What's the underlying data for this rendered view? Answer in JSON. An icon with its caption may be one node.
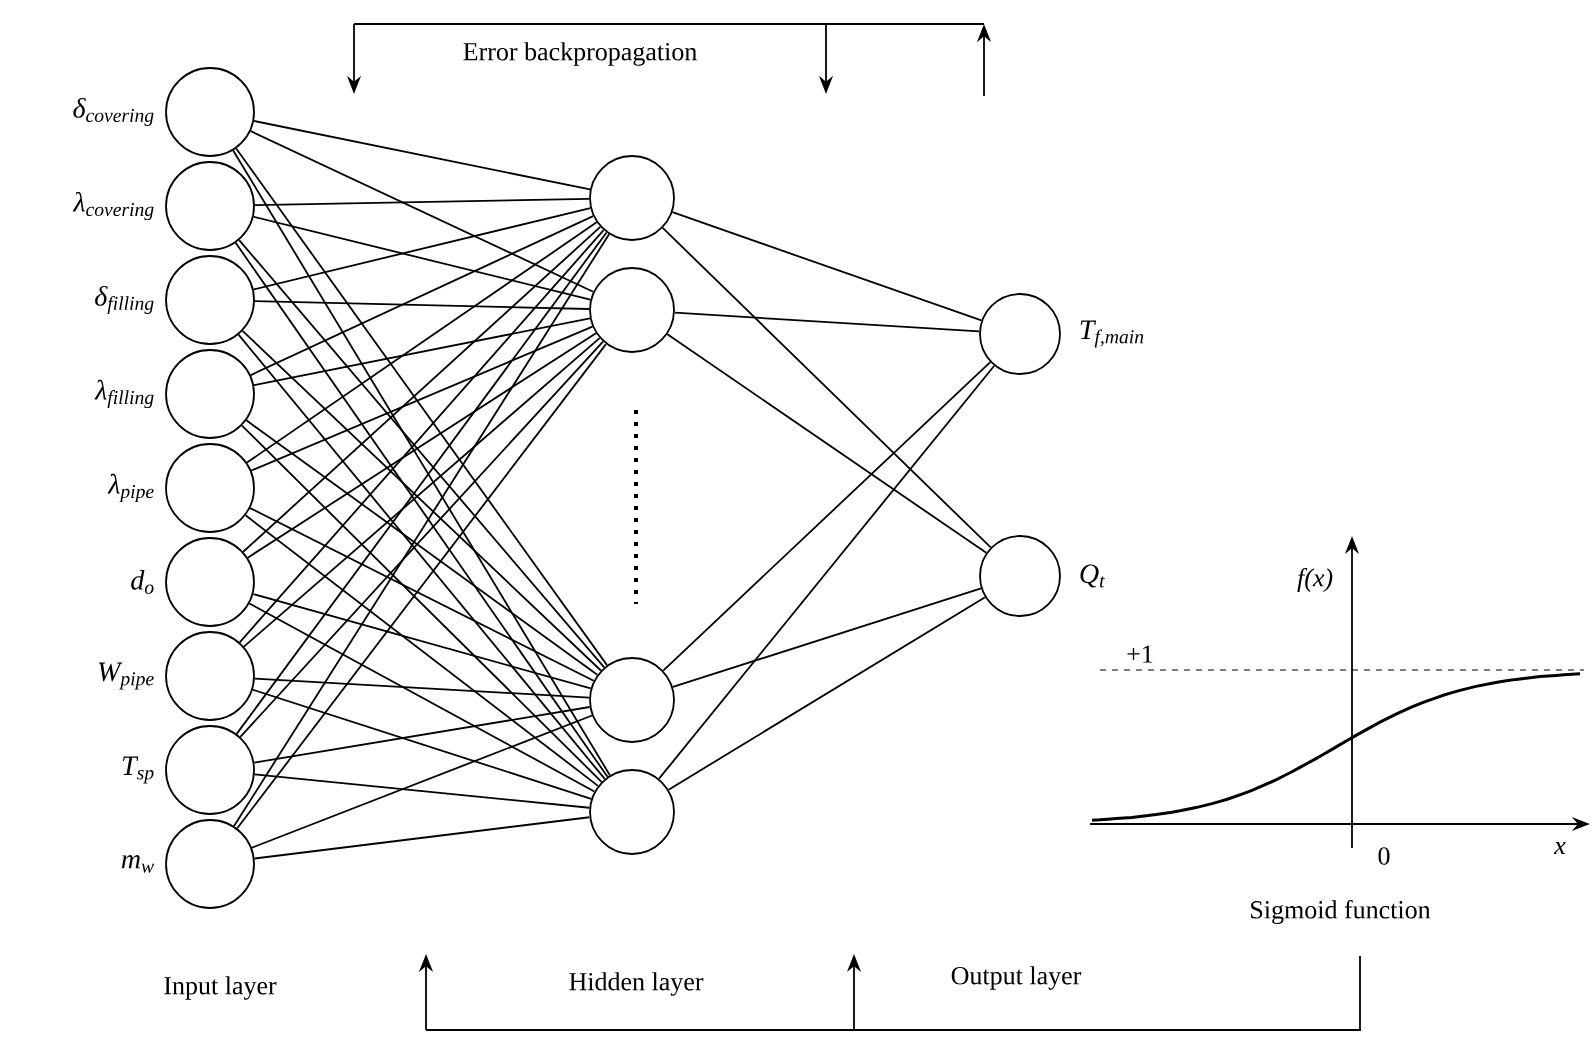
{
  "diagram": {
    "nodes": [
      {
        "text": [],
        "shape": "circle",
        "beside": [
          "δ$_{covering}$"
        ]
      },
      {
        "text": [],
        "shape": "circle",
        "beside": [
          "λ$_{covering}$"
        ]
      },
      {
        "text": [],
        "shape": "circle",
        "beside": [
          "δ$_{filling}$"
        ]
      },
      {
        "text": [],
        "shape": "circle",
        "beside": [
          "λ$_{filling}$"
        ]
      },
      {
        "text": [],
        "shape": "circle",
        "beside": [
          "λ$_{pipe}$"
        ]
      },
      {
        "text": [],
        "shape": "circle",
        "beside": [
          "d$_{o}$"
        ]
      },
      {
        "text": [],
        "shape": "circle",
        "beside": [
          "W$_{pipe}$"
        ]
      },
      {
        "text": [],
        "shape": "circle",
        "beside": [
          "T$_{sp}$"
        ]
      },
      {
        "text": [],
        "shape": "circle",
        "beside": [
          "m$_{w}$"
        ]
      },
      {
        "text": [],
        "shape": "circle"
      },
      {
        "text": [],
        "shape": "circle"
      },
      {
        "text": [],
        "shape": "circle"
      },
      {
        "text": [],
        "shape": "circle"
      },
      {
        "text": [],
        "shape": "circle",
        "beside": [
          "T$_{f,main}$"
        ]
      },
      {
        "text": [],
        "shape": "circle",
        "beside": [
          "Q$_{t}$"
        ]
      }
    ],
    "edges": [
      {
        "from": 0,
        "to": 9,
        "arrow": "none"
      },
      {
        "from": 0,
        "to": 10,
        "arrow": "none"
      },
      {
        "from": 0,
        "to": 11,
        "arrow": "none"
      },
      {
        "from": 0,
        "to": 12,
        "arrow": "none"
      },
      {
        "from": 1,
        "to": 9,
        "arrow": "none"
      },
      {
        "from": 1,
        "to": 10,
        "arrow": "none"
      },
      {
        "from": 1,
        "to": 11,
        "arrow": "none"
      },
      {
        "from": 1,
        "to": 12,
        "arrow": "none"
      },
      {
        "from": 2,
        "to": 9,
        "arrow": "none"
      },
      {
        "from": 2,
        "to": 10,
        "arrow": "none"
      },
      {
        "from": 2,
        "to": 11,
        "arrow": "none"
      },
      {
        "from": 2,
        "to": 12,
        "arrow": "none"
      },
      {
        "from": 3,
        "to": 9,
        "arrow": "none"
      },
      {
        "from": 3,
        "to": 10,
        "arrow": "none"
      },
      {
        "from": 3,
        "to": 11,
        "arrow": "none"
      },
      {
        "from": 3,
        "to": 12,
        "arrow": "none"
      },
      {
        "from": 4,
        "to": 9,
        "arrow": "none"
      },
      {
        "from": 4,
        "to": 10,
        "arrow": "none"
      },
      {
        "from": 4,
        "to": 11,
        "arrow": "none"
      },
      {
        "from": 4,
        "to": 12,
        "arrow": "none"
      },
      {
        "from": 5,
        "to": 9,
        "arrow": "none"
      },
      {
        "from": 5,
        "to": 10,
        "arrow": "none"
      },
      {
        "from": 5,
        "to": 11,
        "arrow": "none"
      },
      {
        "from": 5,
        "to": 12,
        "arrow": "none"
      },
      {
        "from": 6,
        "to": 9,
        "arrow": "none"
      },
      {
        "from": 6,
        "to": 10,
        "arrow": "none"
      },
      {
        "from": 6,
        "to": 11,
        "arrow": "none"
      },
      {
        "from": 6,
        "to": 12,
        "arrow": "none"
      },
      {
        "from": 7,
        "to": 9,
        "arrow": "none"
      },
      {
        "from": 7,
        "to": 10,
        "arrow": "none"
      },
      {
        "from": 7,
        "to": 11,
        "arrow": "none"
      },
      {
        "from": 7,
        "to": 12,
        "arrow": "none"
      },
      {
        "from": 8,
        "to": 9,
        "arrow": "none"
      },
      {
        "from": 8,
        "to": 10,
        "arrow": "none"
      },
      {
        "from": 8,
        "to": 11,
        "arrow": "none"
      },
      {
        "from": 8,
        "to": 12,
        "arrow": "none"
      },
      {
        "from": 9,
        "to": 13,
        "arrow": "none"
      },
      {
        "from": 9,
        "to": 14,
        "arrow": "none"
      },
      {
        "from": 10,
        "to": 13,
        "arrow": "none"
      },
      {
        "from": 10,
        "to": 14,
        "arrow": "none"
      },
      {
        "from": 11,
        "to": 13,
        "arrow": "none"
      },
      {
        "from": 11,
        "to": 14,
        "arrow": "none"
      },
      {
        "from": 12,
        "to": 13,
        "arrow": "none"
      },
      {
        "from": 12,
        "to": 14,
        "arrow": "none"
      }
    ],
    "labels": [
      "Error backpropagation",
      "f(x)",
      "+1",
      "0",
      "x",
      "Sigmoid function",
      "Input layer",
      "Hidden layer",
      "Output layer"
    ]
  }
}
